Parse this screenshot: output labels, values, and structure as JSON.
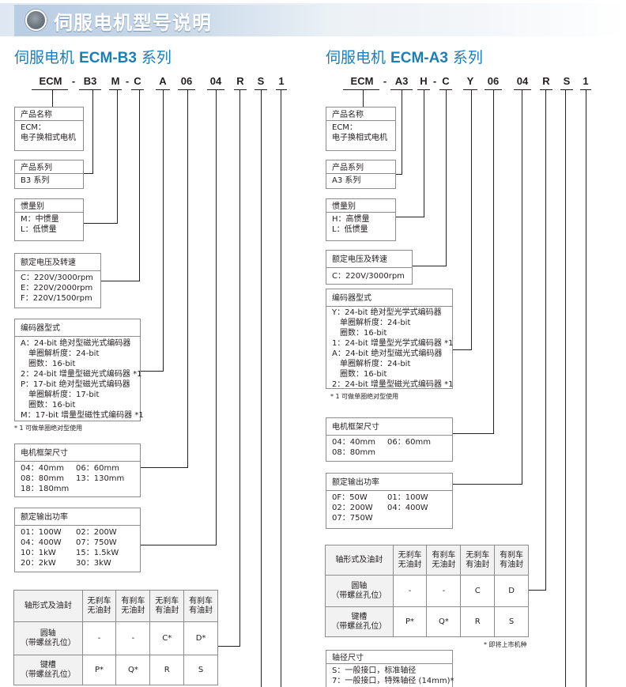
{
  "banner": {
    "title": "伺服电机型号说明"
  },
  "b3": {
    "title_cn": "伺服电机 ",
    "title_model": "ECM-B3",
    "title_suffix": " 系列",
    "codes": [
      "ECM",
      "-",
      "B3",
      "M",
      "-",
      "C",
      "A",
      "06",
      "04",
      "R",
      "S",
      "1"
    ],
    "product_name": {
      "head": "产品名称",
      "lines": [
        "ECM：",
        "电子换相式电机"
      ]
    },
    "product_series": {
      "head": "产品系列",
      "lines": [
        "B3 系列"
      ]
    },
    "inertia": {
      "head": "惯量别",
      "lines": [
        "M：中惯量",
        "L：低惯量"
      ]
    },
    "voltage": {
      "head": "额定电压及转速",
      "lines": [
        "C：220V/3000rpm",
        "E：220V/2000rpm",
        "F：220V/1500rpm"
      ]
    },
    "encoder": {
      "head": "编码器型式",
      "lines": [
        "A：24-bit 绝对型磁光式编码器",
        "　单圈解析度：24-bit",
        "　圈数：16-bit",
        "2：24-bit 增量型磁光式编码器 *1",
        "P：17-bit 绝对型磁光式编码器",
        "　单圈解析度：17-bit",
        "　圈数：16-bit",
        "M：17-bit 增量型磁性式编码器 *1"
      ]
    },
    "encoder_note": "* 1 可做单圈绝对型使用",
    "frame": {
      "head": "电机框架尺寸",
      "rows": [
        [
          "04：40mm",
          "06：60mm"
        ],
        [
          "08：80mm",
          "13：130mm"
        ],
        [
          "18：180mm",
          ""
        ]
      ]
    },
    "power": {
      "head": "额定输出功率",
      "rows": [
        [
          "01：100W",
          "02：200W"
        ],
        [
          "04：400W",
          "07：750W"
        ],
        [
          "10：1kW",
          "15：1.5kW"
        ],
        [
          "20：2kW",
          "30：3kW"
        ]
      ]
    },
    "shaft": {
      "corner": "轴形式及油封",
      "cols": [
        "无刹车\n无油封",
        "有刹车\n无油封",
        "无刹车\n有油封",
        "有刹车\n有油封"
      ],
      "rows": [
        {
          "label": "圆轴\n（带螺丝孔位）",
          "cells": [
            "-",
            "-",
            "C*",
            "D*"
          ]
        },
        {
          "label": "键槽\n（带螺丝孔位）",
          "cells": [
            "P*",
            "Q*",
            "R",
            "S"
          ]
        }
      ]
    }
  },
  "a3": {
    "title_cn": "伺服电机 ",
    "title_model": "ECM-A3",
    "title_suffix": " 系列",
    "codes": [
      "ECM",
      "-",
      "A3",
      "H",
      "-",
      "C",
      "Y",
      "06",
      "04",
      "R",
      "S",
      "1"
    ],
    "product_name": {
      "head": "产品名称",
      "lines": [
        "ECM：",
        "电子换相式电机"
      ]
    },
    "product_series": {
      "head": "产品系列",
      "lines": [
        "A3 系列"
      ]
    },
    "inertia": {
      "head": "惯量别",
      "lines": [
        "H：高惯量",
        "L：低惯量"
      ]
    },
    "voltage": {
      "head": "额定电压及转速",
      "lines": [
        "C：220V/3000rpm"
      ]
    },
    "encoder": {
      "head": "编码器型式",
      "lines": [
        "Y：24-bit 绝对型光学式编码器",
        "　单圈解析度：24-bit",
        "　圈数：16-bit",
        "1：24-bit 增量型光学式编码器 *1",
        "A：24-bit 绝对型磁光式编码器",
        "　单圈解析度：24-bit",
        "　圈数：16-bit",
        "2：24-bit 增量型磁光式编码器 *1"
      ]
    },
    "encoder_note": "* 1 可做单圈绝对型使用",
    "frame": {
      "head": "电机框架尺寸",
      "rows": [
        [
          "04：40mm",
          "06：60mm"
        ],
        [
          "08：80mm",
          ""
        ]
      ]
    },
    "power": {
      "head": "额定输出功率",
      "rows": [
        [
          "0F：50W",
          "01：100W"
        ],
        [
          "02：200W",
          "04：400W"
        ],
        [
          "07：750W",
          ""
        ]
      ]
    },
    "shaft": {
      "corner": "轴形式及油封",
      "cols": [
        "无刹车\n无油封",
        "有刹车\n无油封",
        "无刹车\n有油封",
        "有刹车\n有油封"
      ],
      "rows": [
        {
          "label": "圆轴\n（带螺丝孔位）",
          "cells": [
            "-",
            "-",
            "C",
            "D"
          ]
        },
        {
          "label": "键槽\n（带螺丝孔位）",
          "cells": [
            "P*",
            "Q*",
            "R",
            "S"
          ]
        }
      ]
    },
    "shaft_note": "* 即将上市机种",
    "shaft_size": {
      "head": "轴径尺寸",
      "lines": [
        "S：一般接口，标准轴径",
        "7：一般接口，特殊轴径 (14mm)*"
      ]
    }
  }
}
